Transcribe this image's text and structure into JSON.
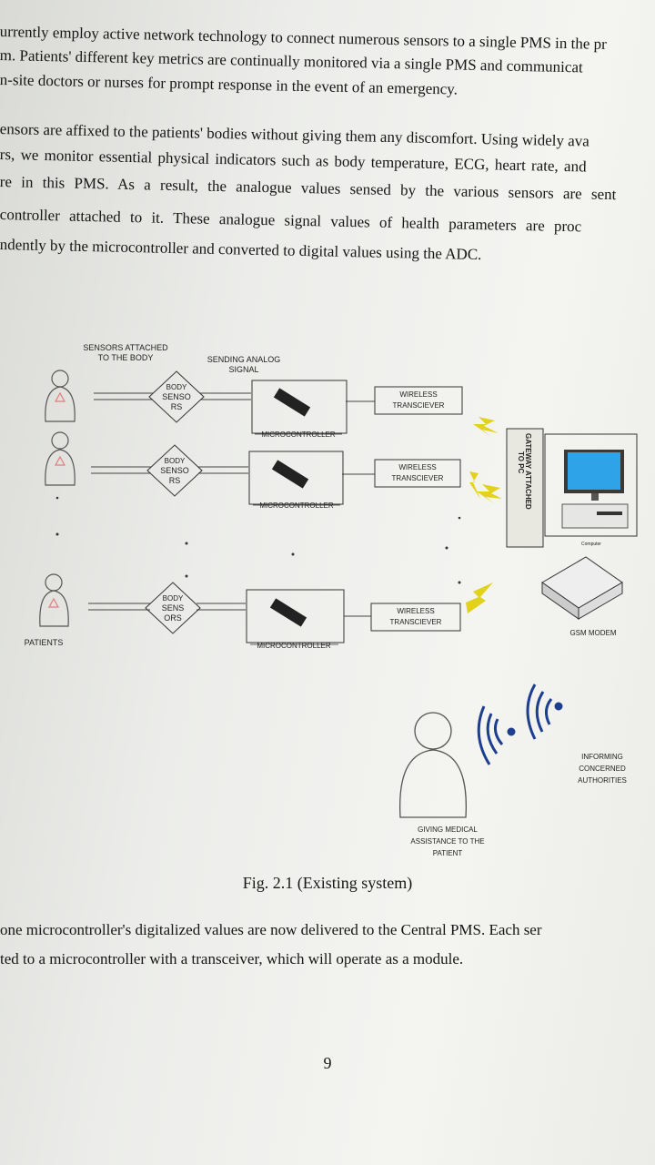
{
  "paragraph_top": [
    "urrently employ active network technology to connect numerous sensors to a single PMS in the pr",
    "m. Patients' different key metrics are continually monitored via a single PMS and communicat",
    "n-site doctors or nurses for prompt response in the event of an emergency.",
    "ensors are affixed to the patients' bodies without giving them any discomfort. Using widely ava",
    "rs, we monitor essential physical indicators such as body temperature, ECG, heart rate, and",
    "re in this PMS. As a result, the analogue values sensed by the various sensors are sent",
    "controller attached to it. These analogue signal values of health parameters are proc",
    "ndently by the microcontroller and converted to digital values using the ADC."
  ],
  "diagram": {
    "sensors_attached_label": [
      "SENSORS ATTACHED",
      "TO THE BODY"
    ],
    "sending_analog_label": [
      "SENDING ANALOG",
      "SIGNAL"
    ],
    "patients_label": "PATIENTS",
    "body_sensors": [
      [
        "BODY",
        "SENSO",
        "RS"
      ],
      [
        "BODY",
        "SENSO",
        "RS"
      ],
      [
        "BODY",
        "SENS",
        "ORS"
      ]
    ],
    "microcontroller_label": "MICROCONTROLLER",
    "transceiver_label": [
      "WIRELESS",
      "TRANSCIEVER"
    ],
    "gateway_label": [
      "GATEWAY ATTACHED",
      "TO PC"
    ],
    "computer_label": "Computer",
    "gsm_label": "GSM MODEM",
    "informing_label": [
      "INFORMING",
      "CONCERNED",
      "AUTHORITIES"
    ],
    "giving_label": [
      "GIVING MEDICAL",
      "ASSISTANCE TO THE",
      "PATIENT"
    ]
  },
  "caption": "Fig. 2.1 (Existing system)",
  "paragraph_bottom": [
    "one microcontroller's digitalized values are now delivered to the Central PMS. Each ser",
    "ted to a microcontroller with a transceiver, which will operate as a module."
  ],
  "page_number": "9",
  "colors": {
    "ink": "#161616",
    "lightning": "#e3d21c",
    "screen": "#2ea3e8",
    "wifi": "#1e3f8f",
    "patient_icon": "#e37c7c"
  }
}
